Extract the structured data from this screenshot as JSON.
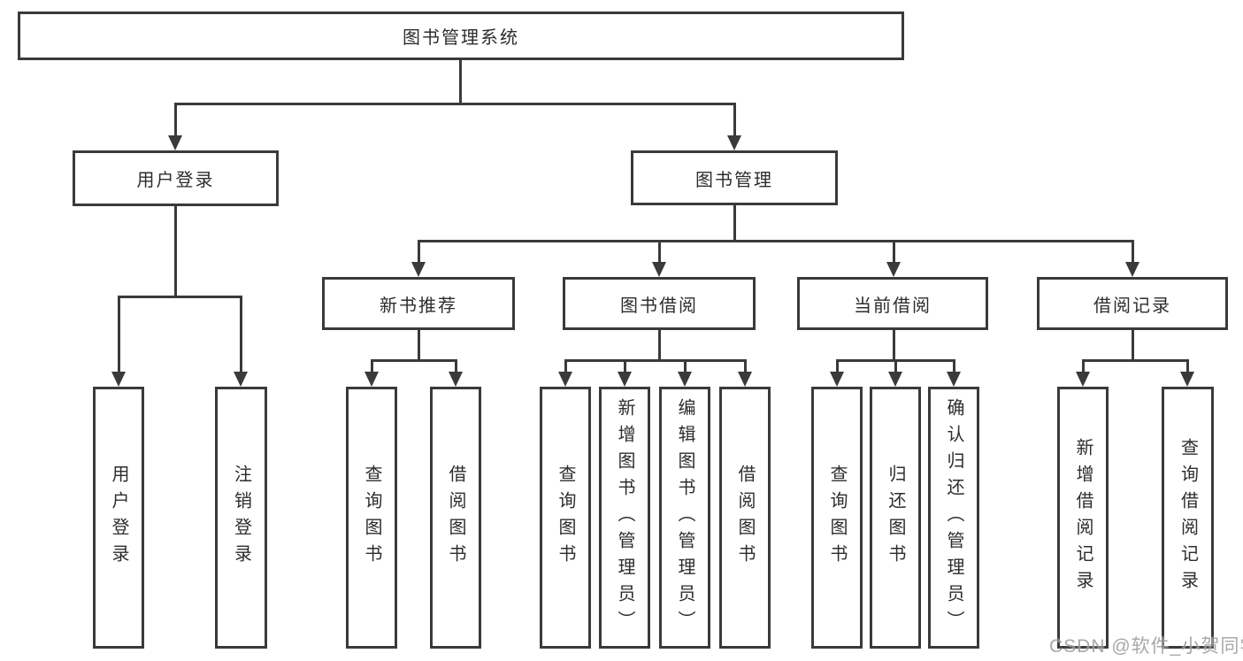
{
  "tree": {
    "root": {
      "label": "图书管理系统",
      "children": [
        {
          "label": "用户登录",
          "children": [
            {
              "label": "用户登录"
            },
            {
              "label": "注销登录"
            }
          ]
        },
        {
          "label": "图书管理",
          "children": [
            {
              "label": "新书推荐",
              "children": [
                {
                  "label": "查询图书"
                },
                {
                  "label": "借阅图书"
                }
              ]
            },
            {
              "label": "图书借阅",
              "children": [
                {
                  "label": "查询图书"
                },
                {
                  "label": "新增图书（管理员）"
                },
                {
                  "label": "编辑图书（管理员）"
                },
                {
                  "label": "借阅图书"
                }
              ]
            },
            {
              "label": "当前借阅",
              "children": [
                {
                  "label": "查询图书"
                },
                {
                  "label": "归还图书"
                },
                {
                  "label": "确认归还（管理员）"
                }
              ]
            },
            {
              "label": "借阅记录",
              "children": [
                {
                  "label": "新增借阅记录"
                },
                {
                  "label": "查询借阅记录"
                }
              ]
            }
          ]
        }
      ]
    }
  },
  "watermark": "CSDN @软件_小贺同学",
  "colors": {
    "line": "#3a3a3a",
    "text": "#2d2d2d",
    "watermark": "#999999",
    "background": "#ffffff"
  }
}
